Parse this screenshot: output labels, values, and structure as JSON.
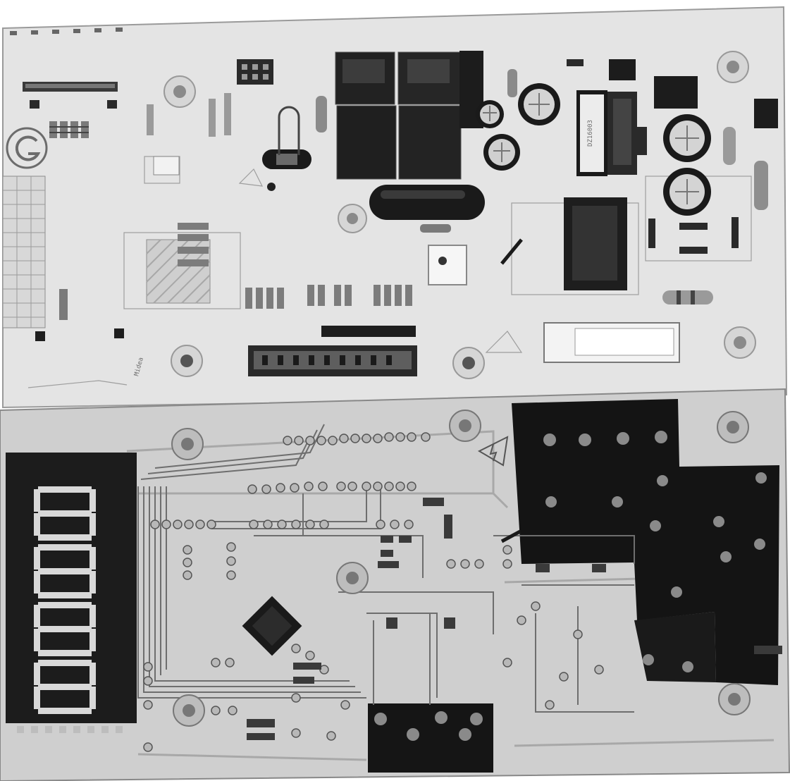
{
  "photo": {
    "silkscreen": {
      "transformer_marking": "DZ16003",
      "brand_logo": "Midea"
    },
    "display": {
      "digits": [
        "8",
        "8",
        "8",
        "8"
      ],
      "segment_color": "#d8d8d8",
      "background_color": "#1c1c1c"
    },
    "colors": {
      "top_board": "#e6e6e6",
      "bottom_board": "#cfcfcf",
      "copper_fill": "#121212",
      "trace": "#6a6a6a"
    }
  }
}
